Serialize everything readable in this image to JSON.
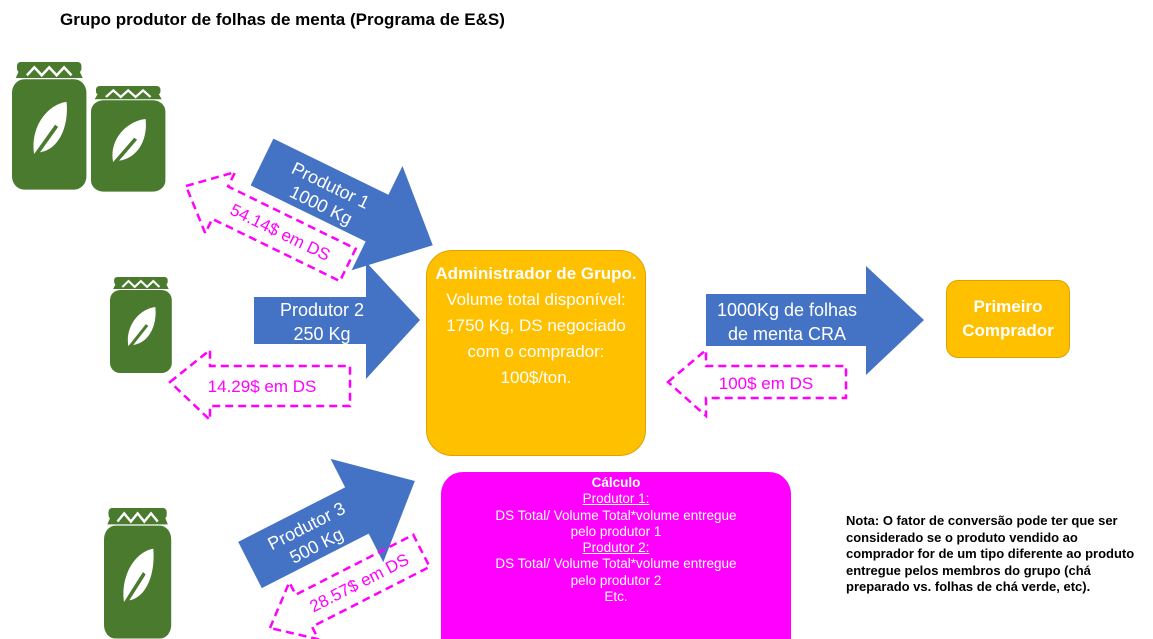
{
  "title": "Grupo produtor de folhas de menta (Programa de E&S)",
  "producers": [
    {
      "name": "Produtor 1",
      "volume": "1000 Kg",
      "payment": "54.14$ em DS"
    },
    {
      "name": "Produtor 2",
      "volume": "250 Kg",
      "payment": "14.29$ em DS"
    },
    {
      "name": "Produtor 3",
      "volume": "500 Kg",
      "payment": "28.57$ em DS"
    }
  ],
  "admin": {
    "title": "Administrador de Grupo.",
    "text": "Volume total disponível: 1750 Kg, DS negociado com o comprador: 100$/ton."
  },
  "sale_arrow": {
    "line1": "1000Kg de folhas",
    "line2": "de menta CRA"
  },
  "buyer_payment": "100$ em DS",
  "buyer": {
    "line1": "Primeiro",
    "line2": "Comprador"
  },
  "calc": {
    "title": "Cálculo",
    "p1_label": "Produtor 1:",
    "p1_formula": "DS Total/ Volume Total*volume entregue",
    "p1_tail": "pelo produtor 1",
    "p2_label": "Produtor 2:",
    "p2_formula": "DS Total/ Volume Total*volume entregue",
    "p2_tail": "pelo produtor 2",
    "etc": "Etc."
  },
  "note": "Nota: O fator de conversão pode ter que ser considerado se o produto vendido ao comprador for de um tipo diferente ao produto entregue pelos membros do grupo (chá preparado vs. folhas de chá verde, etc).",
  "colors": {
    "arrow_blue": "#4472c4",
    "payment_magenta": "#ff00ff",
    "admin_orange": "#ffc000",
    "bag_green": "#4a7a2e"
  },
  "icons": [
    "leaf-bag-icon"
  ]
}
